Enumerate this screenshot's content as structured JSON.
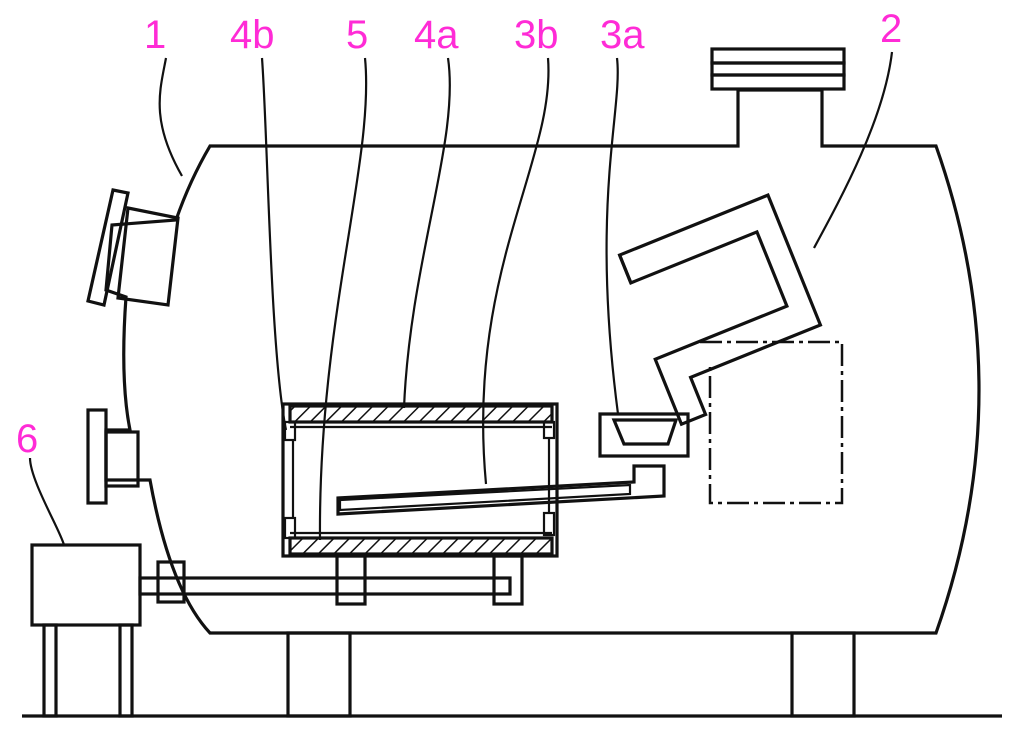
{
  "labels": {
    "l1": "1",
    "l2": "2",
    "l3a": "3a",
    "l3b": "3b",
    "l4a": "4a",
    "l4b": "4b",
    "l5": "5",
    "l6": "6"
  },
  "colors": {
    "label": "#ff2bd6",
    "line": "#111111",
    "background": "#ffffff"
  }
}
